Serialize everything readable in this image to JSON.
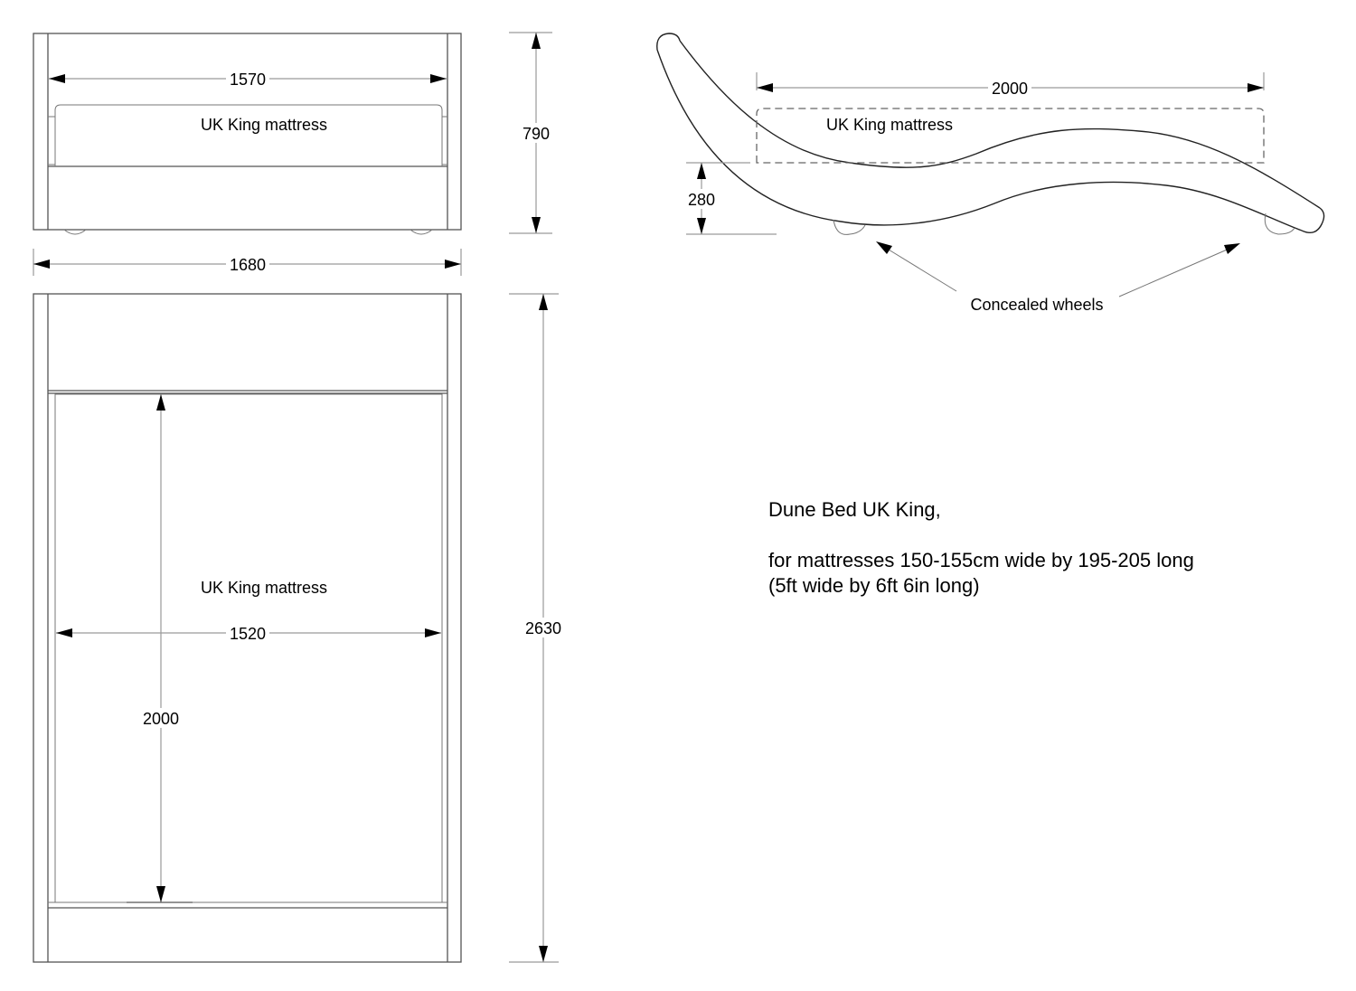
{
  "front_view": {
    "mattress_label": "UK King mattress",
    "inner_width_dim": "1570",
    "height_dim": "790",
    "overall_width_dim": "1680"
  },
  "top_view": {
    "mattress_label": "UK King mattress",
    "mattress_width_dim": "1520",
    "mattress_length_dim": "2000",
    "overall_length_dim": "2630"
  },
  "side_view": {
    "mattress_label": "UK King mattress",
    "mattress_length_dim": "2000",
    "base_height_dim": "280",
    "wheels_label": "Concealed wheels"
  },
  "notes": {
    "title": "Dune Bed UK King,",
    "line1": "for mattresses 150-155cm wide by 195-205 long",
    "line2": "(5ft wide by 6ft 6in long)"
  }
}
